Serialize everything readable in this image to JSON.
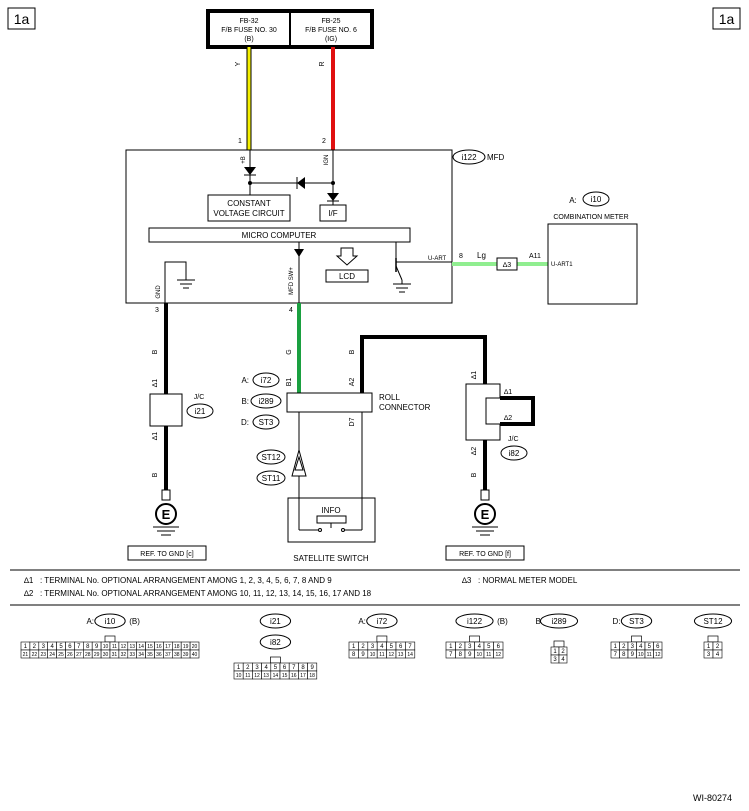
{
  "page_id": "1a",
  "doc_id": "WI-80274",
  "fuses": [
    {
      "code": "FB-32",
      "name": "F/B FUSE NO. 30",
      "suffix": "(B)"
    },
    {
      "code": "FB-25",
      "name": "F/B FUSE NO. 6",
      "suffix": "(IG)"
    }
  ],
  "wires": {
    "y": "Y",
    "r": "R",
    "b": "B",
    "g": "G",
    "lg": "Lg"
  },
  "mfd": {
    "connector": "i122",
    "name": "MFD",
    "pins": {
      "p1": "1",
      "p2": "2",
      "p3": "3",
      "p4": "4",
      "p8": "8"
    },
    "pin_labels": {
      "b": "+B",
      "ign": "IGN",
      "gnd": "GND",
      "sw": "MFD SW+",
      "uart": "U-ART"
    },
    "cvc1": "CONSTANT",
    "cvc2": "VOLTAGE CIRCUIT",
    "if": "I/F",
    "micro": "MICRO COMPUTER",
    "lcd": "LCD"
  },
  "meter": {
    "prefix": "A:",
    "connector": "i10",
    "name": "COMBINATION METER",
    "pin": "A11",
    "pin_label": "U-ART1"
  },
  "star3": "∆3",
  "jc_left": {
    "name": "J/C",
    "connector": "i21",
    "star": "∆1"
  },
  "jc_right": {
    "name": "J/C",
    "connector": "i82",
    "star1": "∆1",
    "star2": "∆2"
  },
  "roll": {
    "label1": "ROLL",
    "label2": "CONNECTOR",
    "conns": [
      {
        "prefix": "A:",
        "code": "i72"
      },
      {
        "prefix": "B:",
        "code": "i289"
      },
      {
        "prefix": "D:",
        "code": "ST3"
      }
    ],
    "pins": {
      "b1": "B1",
      "a2": "A2",
      "d7": "D7"
    }
  },
  "st12": "ST12",
  "st11": "ST11",
  "satellite": {
    "name": "SATELLITE SWITCH",
    "info": "INFO"
  },
  "ground_letter": "E",
  "ref_left": "REF. TO GND [c]",
  "ref_right": "REF. TO GND [f]",
  "notes": [
    {
      "mark": "∆1",
      "text": ": TERMINAL No. OPTIONAL ARRANGEMENT AMONG 1, 2, 3, 4, 5, 6, 7, 8 AND 9"
    },
    {
      "mark": "∆2",
      "text": ": TERMINAL No. OPTIONAL ARRANGEMENT AMONG 10, 11, 12, 13, 14, 15, 16, 17 AND 18"
    },
    {
      "mark": "∆3",
      "text": ": NORMAL METER MODEL"
    }
  ],
  "connector_views": [
    {
      "prefix": "A:",
      "code": "i10",
      "suffix": "(B)",
      "rows": [
        [
          "1",
          "2",
          "3",
          "4",
          "5",
          "6",
          "7",
          "8",
          "9",
          "10",
          "11",
          "12",
          "13",
          "14",
          "15",
          "16",
          "17",
          "18",
          "19",
          "20"
        ],
        [
          "21",
          "22",
          "23",
          "24",
          "25",
          "26",
          "27",
          "28",
          "29",
          "30",
          "31",
          "32",
          "33",
          "34",
          "35",
          "36",
          "37",
          "38",
          "39",
          "40"
        ]
      ]
    },
    {
      "prefix": "",
      "code": "i21",
      "code2": "i82",
      "suffix": "",
      "rows": [
        [
          "1",
          "2",
          "3",
          "4",
          "5",
          "6",
          "7",
          "8",
          "9"
        ],
        [
          "10",
          "11",
          "12",
          "13",
          "14",
          "15",
          "16",
          "17",
          "18"
        ]
      ]
    },
    {
      "prefix": "A:",
      "code": "i72",
      "suffix": "",
      "rows": [
        [
          "1",
          "2",
          "3",
          "4",
          "5",
          "6",
          "7"
        ],
        [
          "8",
          "9",
          "10",
          "11",
          "12",
          "13",
          "14"
        ]
      ]
    },
    {
      "prefix": "",
      "code": "i122",
      "suffix": "(B)",
      "rows": [
        [
          "1",
          "2",
          "3",
          "4",
          "5",
          "6"
        ],
        [
          "7",
          "8",
          "9",
          "10",
          "11",
          "12"
        ]
      ]
    },
    {
      "prefix": "B:",
      "code": "i289",
      "suffix": "",
      "rows": [
        [
          "1",
          "2"
        ],
        [
          "3",
          "4"
        ]
      ]
    },
    {
      "prefix": "D:",
      "code": "ST3",
      "suffix": "",
      "rows": [
        [
          "1",
          "2",
          "3",
          "4",
          "5",
          "6"
        ],
        [
          "7",
          "8",
          "9",
          "10",
          "11",
          "12"
        ]
      ]
    },
    {
      "prefix": "",
      "code": "ST12",
      "suffix": "",
      "rows": [
        [
          "1",
          "2"
        ],
        [
          "3",
          "4"
        ]
      ]
    }
  ],
  "colors": {
    "yellow": "#f5f000",
    "red": "#e01010",
    "green": "#1aa040",
    "light_green": "#90ee90",
    "black": "#000000"
  }
}
